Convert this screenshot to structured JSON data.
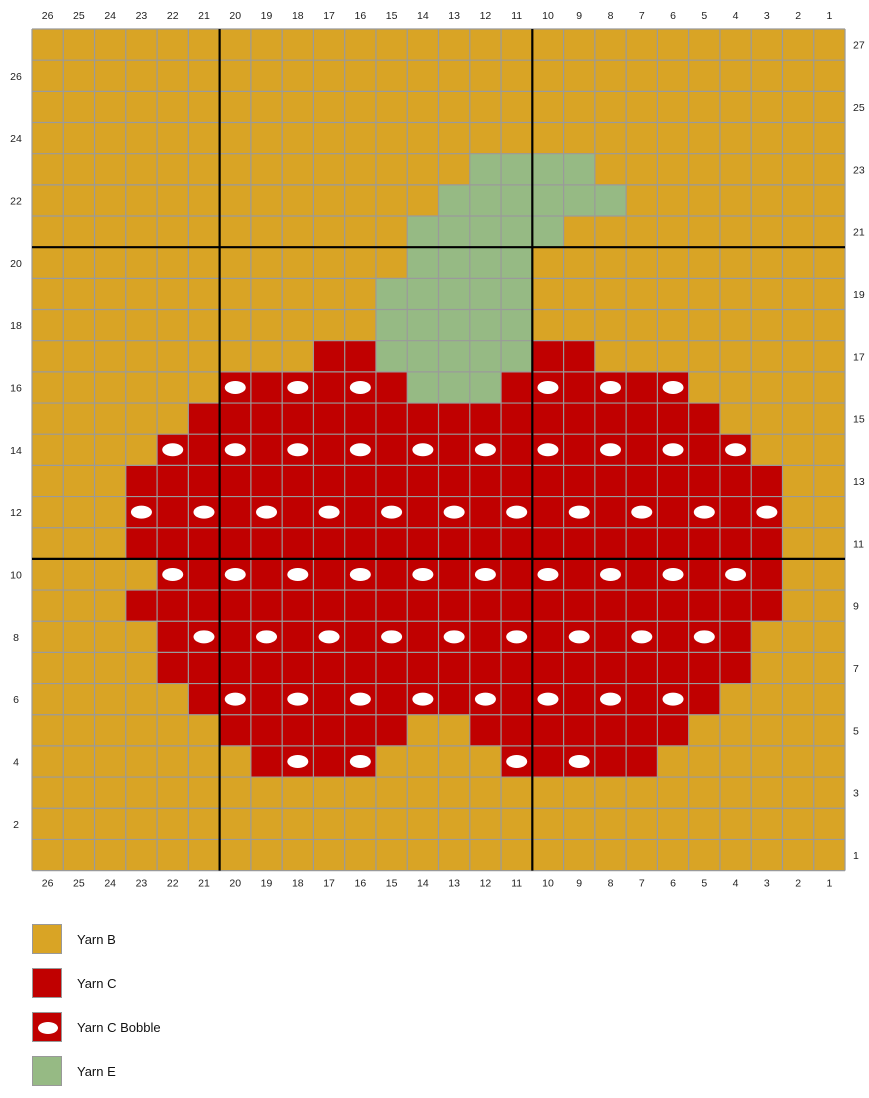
{
  "chart": {
    "columns": 26,
    "rows": 27,
    "major_every": 10,
    "colors": {
      "B": "#D9A425",
      "C": "#C00000",
      "E": "#96BA84",
      "bobble": "#FFFFFF",
      "grid": "#9A9A9A",
      "major": "#000000"
    },
    "rows_data": {
      "27": "BBBBBBBBBBBBBBBBBBBBBBBBBB",
      "26": "BBBBBBBBBBBBBBBBBBBBBBBBBB",
      "25": "BBBBBBBBBBBBBBBBBBBBBBBBBB",
      "24": "BBBBBBBBBBBBBBBBBBBBBBBBBB",
      "23": "BBBBBBBBBBBBBBEEEEBBBBBBBB",
      "22": "BBBBBBBBBBBBBEEEEEEBBBBBBB",
      "21": "BBBBBBBBBBBBEEEEEBBBBBBBBB",
      "20": "BBBBBBBBBBBBEEEEBBBBBBBBBB",
      "19": "BBBBBBBBBBBEEEEEBBBBBBBBBB",
      "18": "BBBBBBBBBBBEEEEEBBBBBBBBBB",
      "17": "BBBBBBBBBCCEEEEECCBBBBBBBB",
      "16": "BBBBBBOCOCOCEEECOCOCOBBBBB",
      "15": "BBBBBCCCCCCCCCCCCCCCCCBBBB",
      "14": "BBBBOCOCOCOCOCOCOCOCOCOBBB",
      "13": "BBBCCCCCCCCCCCCCCCCCCCCCBB",
      "12": "BBBOCOCOCOCOCOCOCOCOCOCOBB",
      "11": "BBBCCCCCCCCCCCCCCCCCCCCCBB",
      "10": "BBBBOCOCOCOCOCOCOCOCOCOCBB",
      "9": "BBBCCCCCCCCCCCCCCCCCCCCCBB",
      "8": "BBBBCOCOCOCOCOCOCOCOCOCBBB",
      "7": "BBBBCCCCCCCCCCCCCCCCCCCBBB",
      "6": "BBBBBCOCOCOCOCOCOCOCOCBBBB",
      "5": "BBBBBBCCCCCCBBCCCCCCCBBBBB",
      "4": "BBBBBBBCOCOBBBBOCOCCBBBBBB",
      "3": "BBBBBBBBBBBBBBBBBBBBBBBBBB",
      "2": "BBBBBBBBBBBBBBBBBBBBBBBBBB",
      "1": "BBBBBBBBBBBBBBBBBBBBBBBBBB"
    }
  },
  "legend": [
    {
      "label": "Yarn B",
      "color": "#D9A425",
      "bobble": false
    },
    {
      "label": "Yarn C",
      "color": "#C00000",
      "bobble": false
    },
    {
      "label": "Yarn C Bobble",
      "color": "#C00000",
      "bobble": true
    },
    {
      "label": "Yarn E",
      "color": "#96BA84",
      "bobble": false
    }
  ]
}
